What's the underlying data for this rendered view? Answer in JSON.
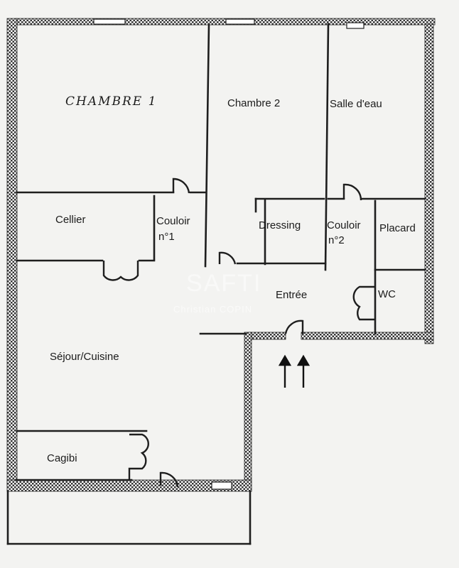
{
  "rooms": {
    "chambre1": "CHAMBRE 1",
    "chambre2": "Chambre  2",
    "salle_eau": "Salle d'eau",
    "cellier": "Cellier",
    "couloir1_a": "Couloir",
    "couloir1_b": "n°1",
    "dressing": "Dressing",
    "couloir2_a": "Couloir",
    "couloir2_b": "n°2",
    "placard": "Placard",
    "entree": "Entrée",
    "wc": "WC",
    "sejour": "Séjour/Cuisine",
    "cagibi": "Cagibi"
  },
  "watermark": {
    "brand": "SAFTI",
    "agent": "Christian COPIN"
  },
  "entrance_arrows": 2
}
